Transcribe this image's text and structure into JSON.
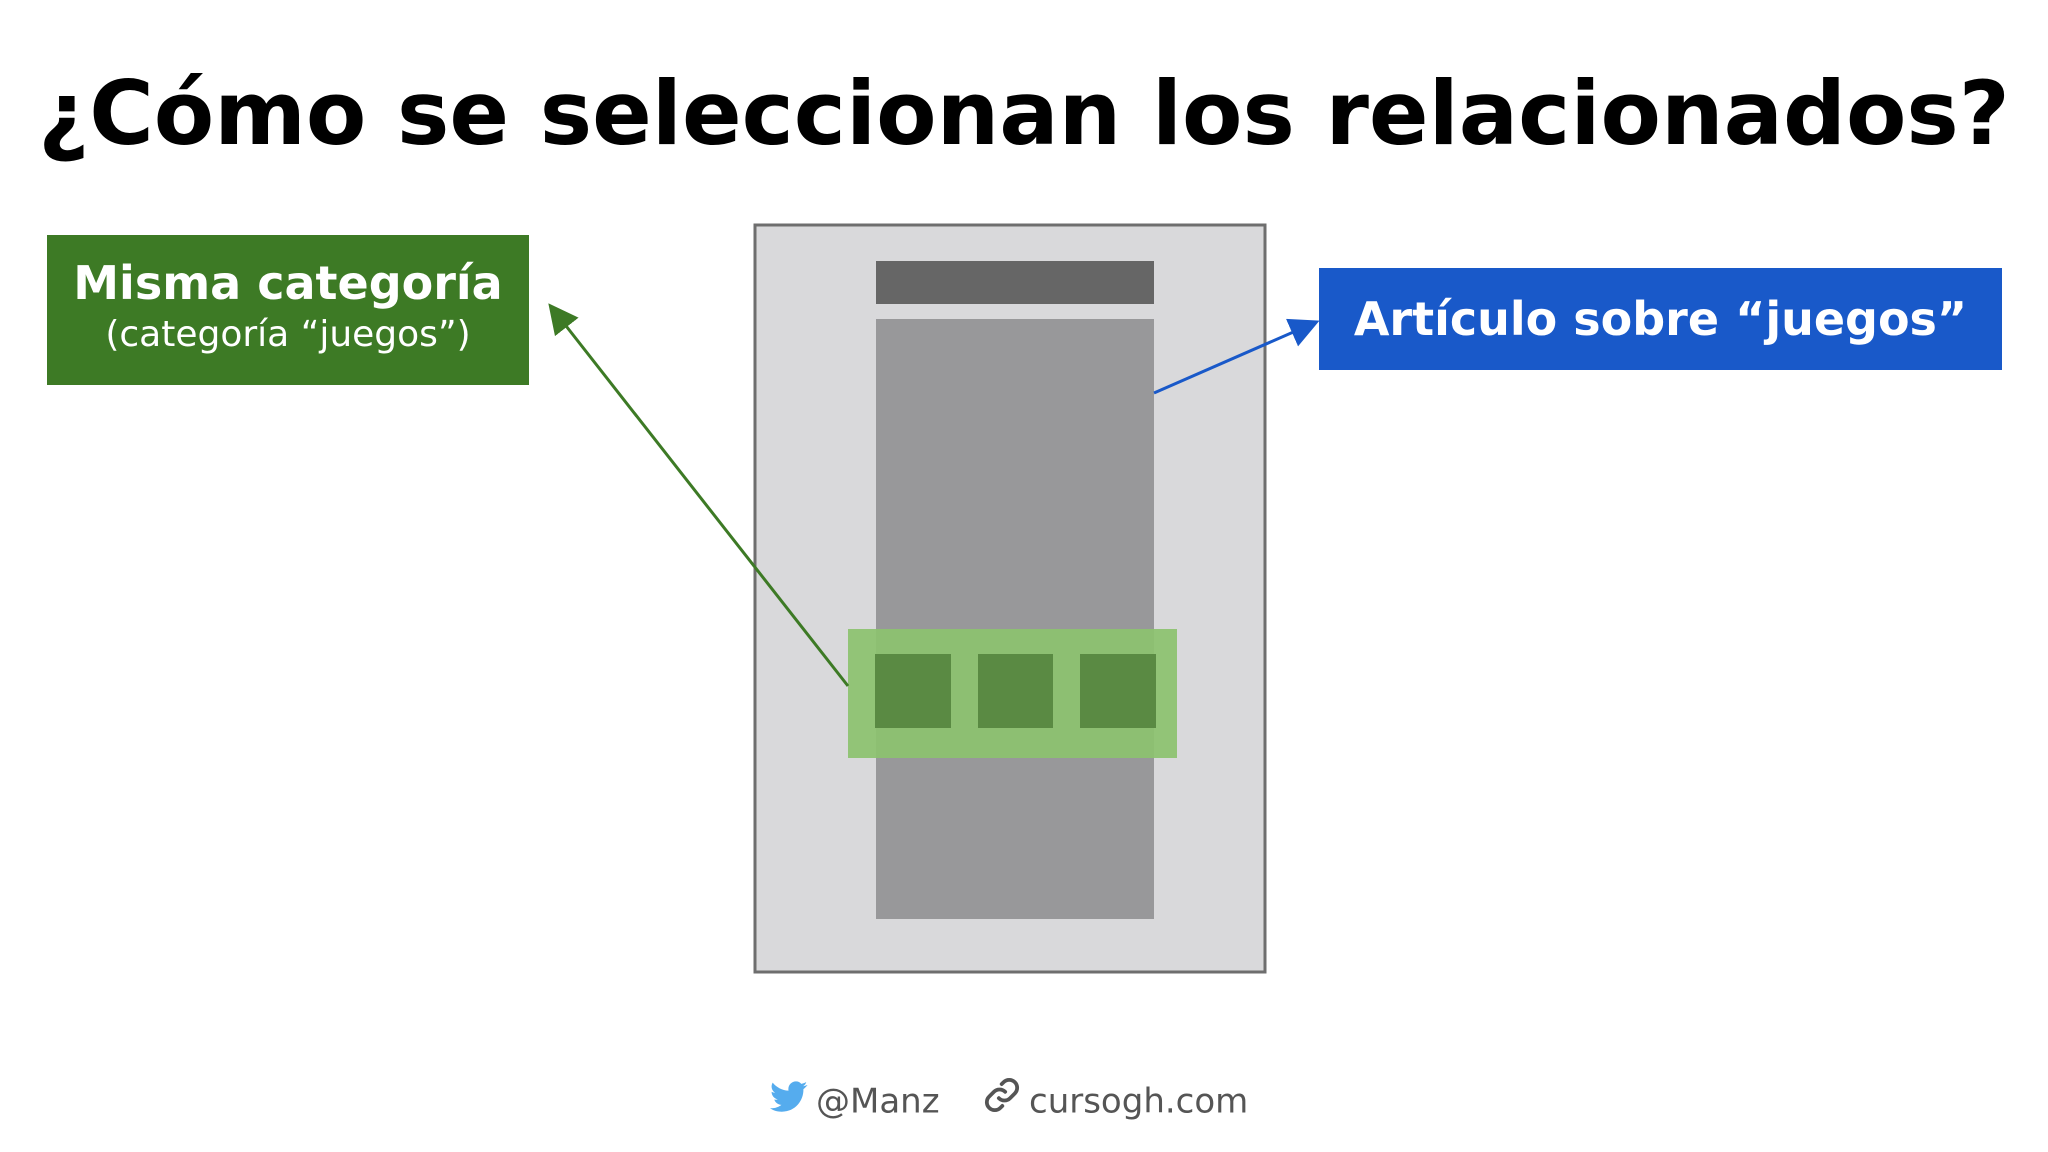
{
  "title": "¿Cómo se seleccionan los relacionados?",
  "labels": {
    "same_category_title": "Misma categoría",
    "same_category_sub": "(categoría “juegos”)",
    "article": "Artículo sobre “juegos”"
  },
  "footer": {
    "twitter_handle": "@Manz",
    "twitter_icon": "twitter-bird-icon",
    "site": "cursogh.com",
    "site_icon": "link-icon"
  },
  "colors": {
    "green_label": "#3d7a25",
    "blue_label": "#1959c9",
    "related_highlight": "#8cc26f",
    "related_item": "#5a8a43",
    "page_frame": "#d9d9db",
    "article_body": "#98989a",
    "article_header": "#666666"
  }
}
